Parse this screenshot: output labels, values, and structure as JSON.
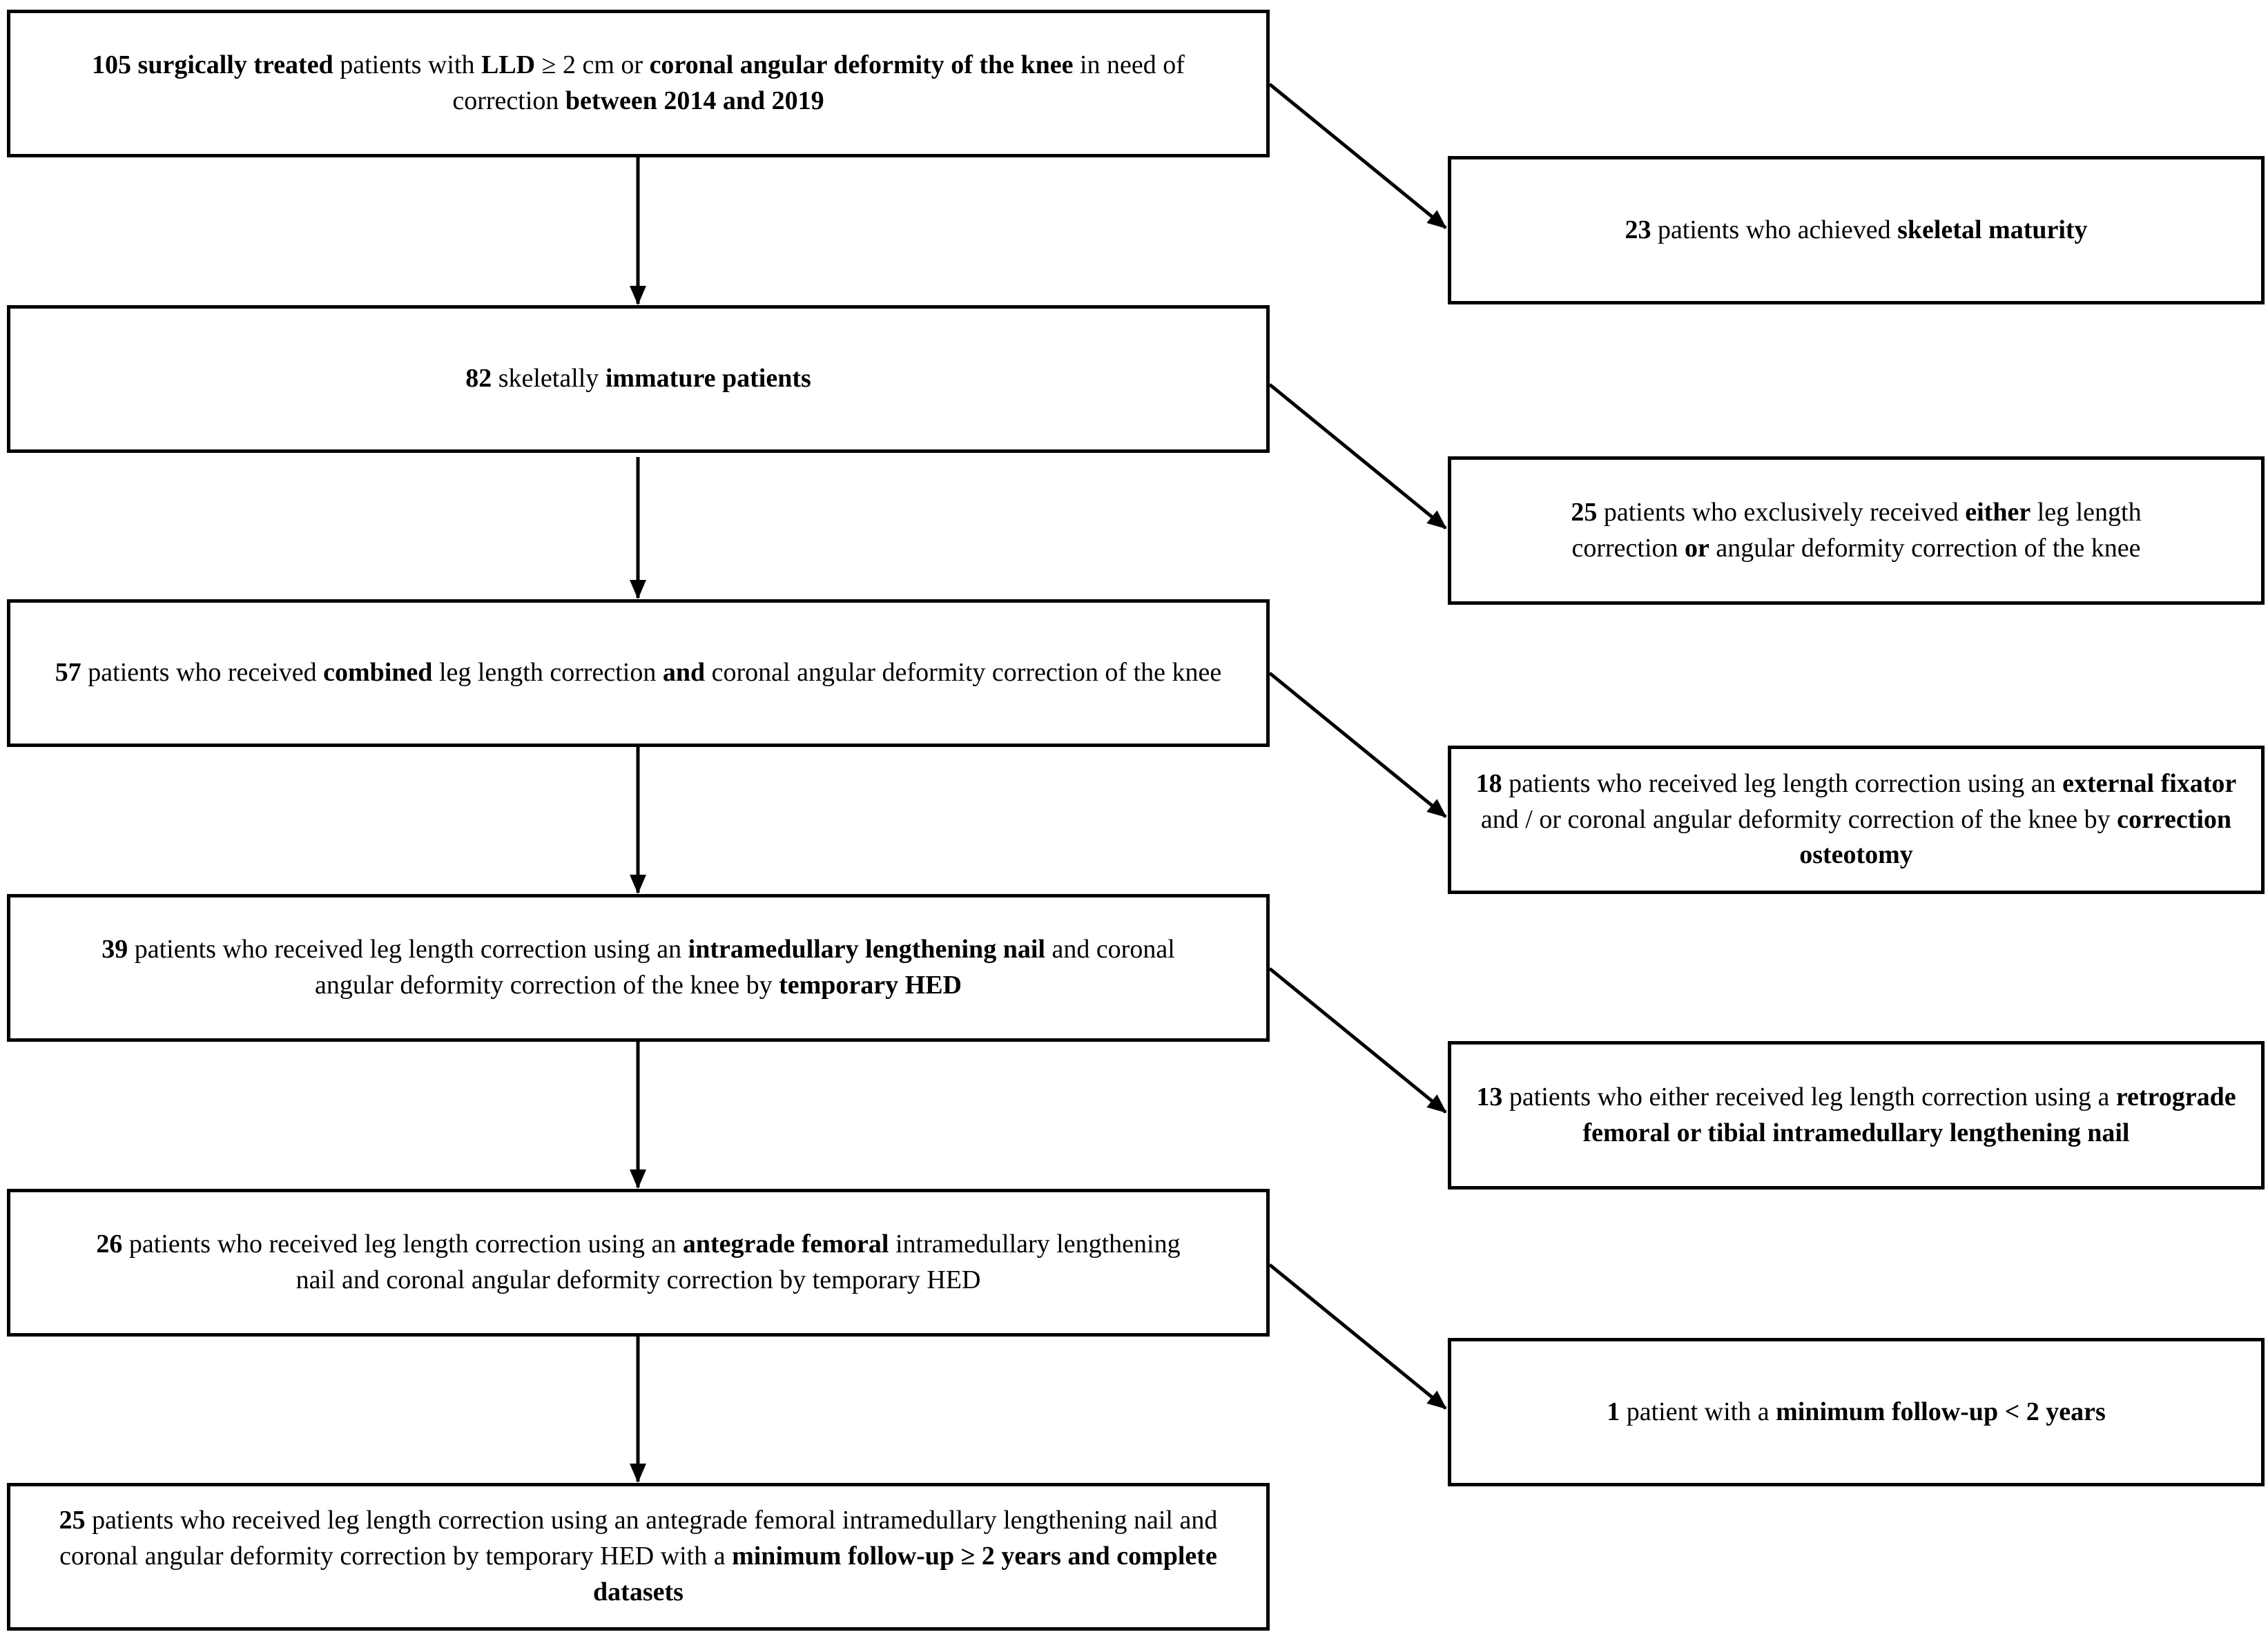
{
  "flowchart": {
    "main_boxes": [
      {
        "segments": [
          {
            "text": "105 surgically treated",
            "bold": true
          },
          {
            "text": " patients with ",
            "bold": false
          },
          {
            "text": "LLD",
            "bold": true
          },
          {
            "text": " ≥ 2 cm or ",
            "bold": false
          },
          {
            "text": "coronal angular deformity of the knee",
            "bold": true
          },
          {
            "text": " in need of correction ",
            "bold": false
          },
          {
            "text": "between 2014 and 2019",
            "bold": true
          }
        ]
      },
      {
        "segments": [
          {
            "text": "82",
            "bold": true
          },
          {
            "text": " skeletally ",
            "bold": false
          },
          {
            "text": "immature patients",
            "bold": true
          }
        ]
      },
      {
        "segments": [
          {
            "text": "57",
            "bold": true
          },
          {
            "text": " patients who received ",
            "bold": false
          },
          {
            "text": "combined",
            "bold": true
          },
          {
            "text": " leg length correction ",
            "bold": false
          },
          {
            "text": "and",
            "bold": true
          },
          {
            "text": " coronal angular deformity correction of the knee",
            "bold": false
          }
        ]
      },
      {
        "segments": [
          {
            "text": "39",
            "bold": true
          },
          {
            "text": " patients who received leg length correction using an ",
            "bold": false
          },
          {
            "text": "intramedullary lengthening nail",
            "bold": true
          },
          {
            "text": " and coronal angular deformity correction of the knee by ",
            "bold": false
          },
          {
            "text": "temporary HED",
            "bold": true
          }
        ]
      },
      {
        "segments": [
          {
            "text": "26",
            "bold": true
          },
          {
            "text": " patients who received leg length correction using an ",
            "bold": false
          },
          {
            "text": "antegrade femoral",
            "bold": true
          },
          {
            "text": " intramedullary lengthening nail and coronal angular deformity correction by temporary HED",
            "bold": false
          }
        ]
      },
      {
        "segments": [
          {
            "text": "25",
            "bold": true
          },
          {
            "text": " patients who received leg length correction using an antegrade femoral intramedullary lengthening nail and coronal angular deformity correction by temporary HED with a ",
            "bold": false
          },
          {
            "text": "minimum follow-up ≥ 2 years and complete datasets",
            "bold": true
          }
        ]
      }
    ],
    "exclusion_boxes": [
      {
        "segments": [
          {
            "text": "23",
            "bold": true
          },
          {
            "text": " patients who achieved ",
            "bold": false
          },
          {
            "text": "skeletal maturity",
            "bold": true
          }
        ]
      },
      {
        "segments": [
          {
            "text": "25",
            "bold": true
          },
          {
            "text": " patients who exclusively received ",
            "bold": false
          },
          {
            "text": "either",
            "bold": true
          },
          {
            "text": " leg length correction ",
            "bold": false
          },
          {
            "text": "or",
            "bold": true
          },
          {
            "text": " angular deformity correction of the knee",
            "bold": false
          }
        ]
      },
      {
        "segments": [
          {
            "text": "18",
            "bold": true
          },
          {
            "text": " patients who received leg length correction using an ",
            "bold": false
          },
          {
            "text": "external fixator",
            "bold": true
          },
          {
            "text": " and / or coronal angular deformity correction of the knee by ",
            "bold": false
          },
          {
            "text": "correction osteotomy",
            "bold": true
          }
        ]
      },
      {
        "segments": [
          {
            "text": "13",
            "bold": true
          },
          {
            "text": " patients who either received leg length correction using a ",
            "bold": false
          },
          {
            "text": "retrograde femoral or tibial intramedullary lengthening nail",
            "bold": true
          }
        ]
      },
      {
        "segments": [
          {
            "text": "1",
            "bold": true
          },
          {
            "text": " patient with a ",
            "bold": false
          },
          {
            "text": "minimum follow-up < 2 years",
            "bold": true
          }
        ]
      }
    ]
  }
}
